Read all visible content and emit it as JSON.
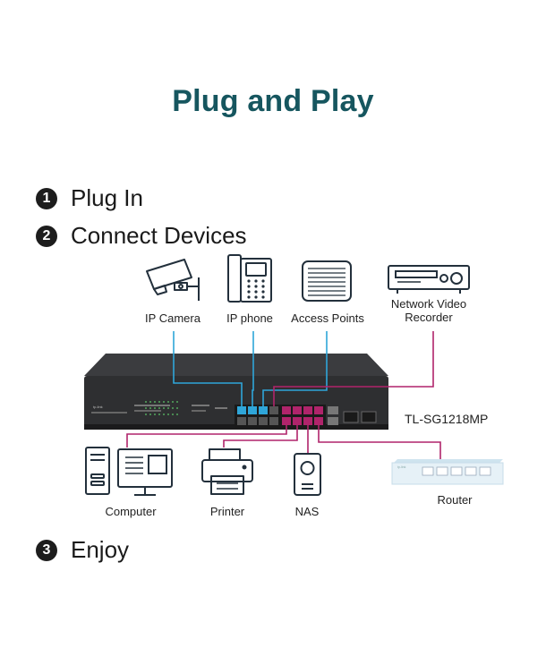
{
  "title": "Plug and Play",
  "steps": [
    {
      "num": "1",
      "label": "Plug In"
    },
    {
      "num": "2",
      "label": "Connect Devices"
    },
    {
      "num": "3",
      "label": "Enjoy"
    }
  ],
  "top_devices": {
    "ip_camera": "IP Camera",
    "ip_phone": "IP phone",
    "access_points": "Access Points",
    "nvr_line1": "Network Video",
    "nvr_line2": "Recorder"
  },
  "bottom_devices": {
    "computer": "Computer",
    "printer": "Printer",
    "nas": "NAS",
    "router": "Router"
  },
  "switch_model": "TL-SG1218MP",
  "colors": {
    "title": "#16565f",
    "poe_line": "#2fa6d9",
    "data_line": "#b0246b",
    "icon_stroke": "#23303c",
    "switch_body": "#2e2f31"
  }
}
